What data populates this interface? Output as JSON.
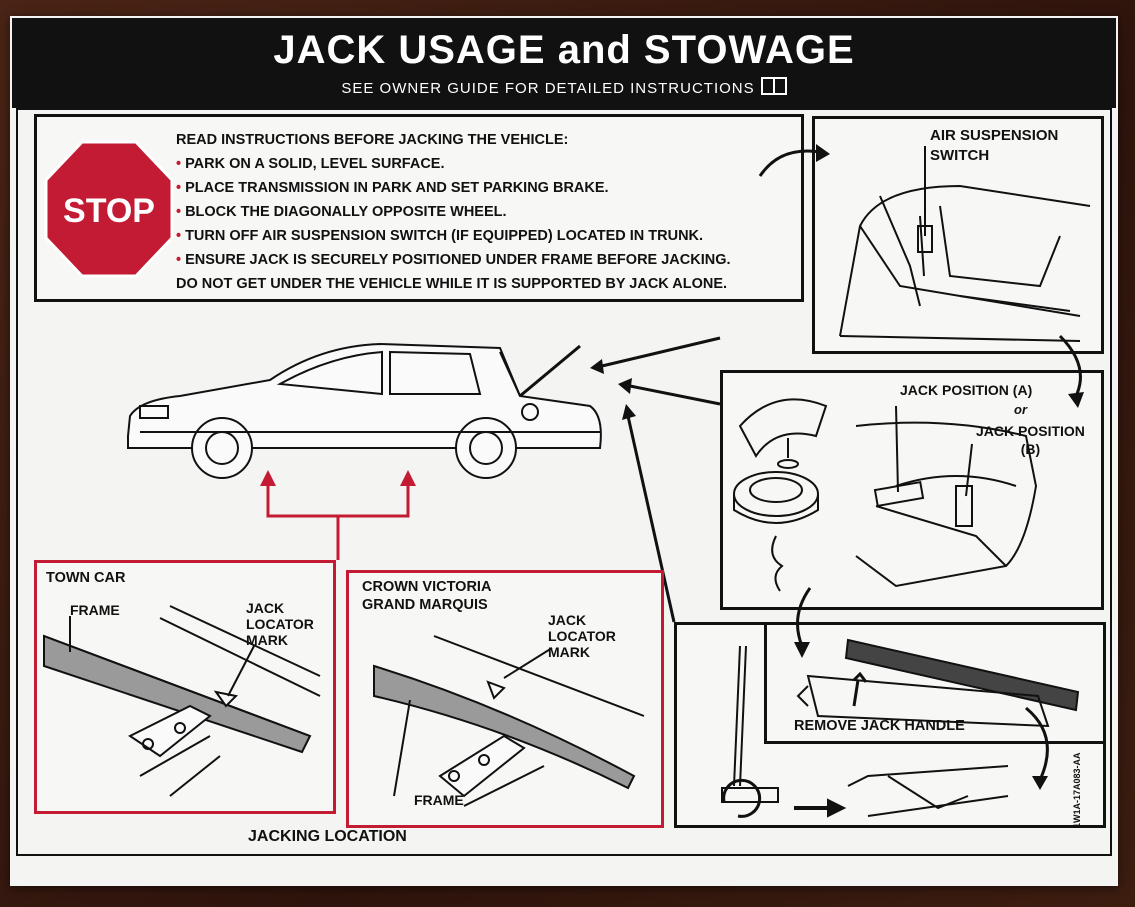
{
  "header": {
    "title": "JACK USAGE and STOWAGE",
    "subtitle": "SEE OWNER GUIDE FOR DETAILED INSTRUCTIONS",
    "book_icon": "book-icon"
  },
  "warning": {
    "stop_label": "STOP",
    "heading": "READ INSTRUCTIONS BEFORE JACKING THE VEHICLE:",
    "bullets": [
      "PARK ON A SOLID, LEVEL SURFACE.",
      "PLACE TRANSMISSION IN PARK AND SET PARKING BRAKE.",
      "BLOCK THE DIAGONALLY OPPOSITE WHEEL.",
      "TURN OFF AIR SUSPENSION SWITCH (IF EQUIPPED) LOCATED IN TRUNK.",
      "ENSURE JACK IS SECURELY POSITIONED UNDER FRAME BEFORE JACKING."
    ],
    "footer": "DO NOT GET UNDER THE VEHICLE WHILE IT IS SUPPORTED BY JACK ALONE."
  },
  "air_suspension": {
    "label_line1": "AIR SUSPENSION",
    "label_line2": "SWITCH"
  },
  "jack_position": {
    "a": "JACK POSITION (A)",
    "or": "or",
    "b_line1": "JACK POSITION",
    "b_line2": "(B)"
  },
  "remove_handle": {
    "label": "REMOVE JACK HANDLE"
  },
  "town_car": {
    "title": "TOWN CAR",
    "frame": "FRAME",
    "mark_line1": "JACK",
    "mark_line2": "LOCATOR",
    "mark_line3": "MARK"
  },
  "crown_victoria": {
    "title_line1": "CROWN VICTORIA",
    "title_line2": "GRAND MARQUIS",
    "mark_line1": "JACK",
    "mark_line2": "LOCATOR",
    "mark_line3": "MARK",
    "frame": "FRAME"
  },
  "jacking_location": "JACKING LOCATION",
  "part_number": "1W1A-17A083-AA",
  "colors": {
    "accent_red": "#c21b33",
    "ink": "#111111",
    "sheet": "#f4f4f2"
  }
}
